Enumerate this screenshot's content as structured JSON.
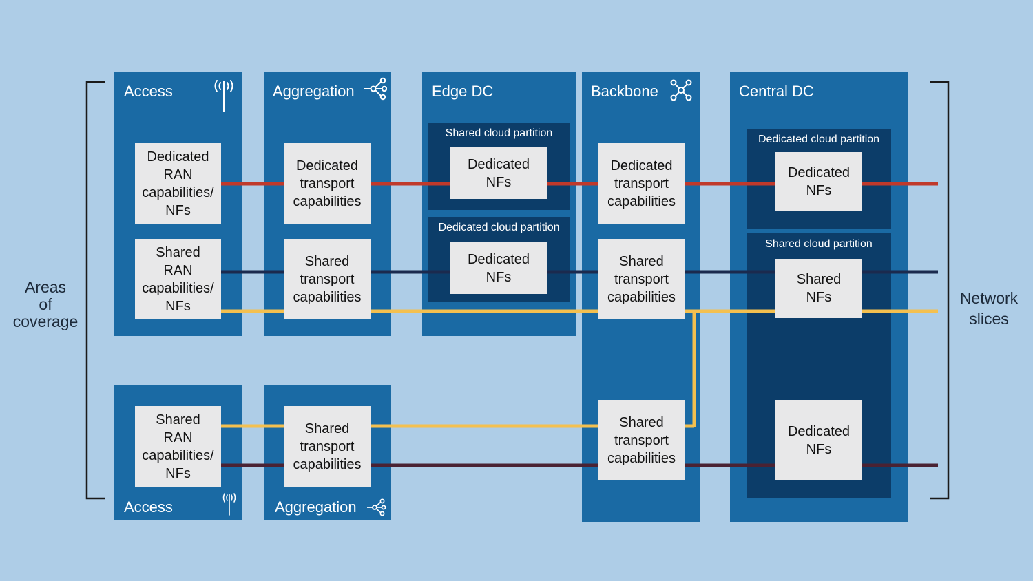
{
  "side_labels": {
    "left": "Areas\nof\ncoverage",
    "right": "Network\nslices"
  },
  "columns": {
    "access_top": "Access",
    "aggregation_top": "Aggregation",
    "edge_dc": "Edge DC",
    "backbone": "Backbone",
    "central_dc": "Central DC",
    "access_bottom": "Access",
    "aggregation_bottom": "Aggregation"
  },
  "partitions": {
    "edge_shared": "Shared cloud partition",
    "edge_dedicated": "Dedicated cloud partition",
    "central_dedicated": "Dedicated cloud partition",
    "central_shared": "Shared cloud partition"
  },
  "boxes": {
    "access_top_dedicated": "Dedicated\nRAN\ncapabilities/\nNFs",
    "access_top_shared": "Shared\nRAN\ncapabilities/\nNFs",
    "agg_top_dedicated": "Dedicated\ntransport\ncapabilities",
    "agg_top_shared": "Shared\ntransport\ncapabilities",
    "edge_dedicated_1": "Dedicated\nNFs",
    "edge_dedicated_2": "Dedicated\nNFs",
    "backbone_dedicated": "Dedicated\ntransport\ncapabilities",
    "backbone_shared_1": "Shared\ntransport\ncapabilities",
    "backbone_shared_2": "Shared\ntransport\ncapabilities",
    "central_dedicated_1": "Dedicated\nNFs",
    "central_shared": "Shared\nNFs",
    "central_dedicated_2": "Dedicated\nNFs",
    "access_bottom_shared": "Shared\nRAN\ncapabilities/\nNFs",
    "agg_bottom_shared": "Shared\ntransport\ncapabilities"
  },
  "colors": {
    "background": "#aecde7",
    "column": "#1a6aa4",
    "partition": "#0c3d69",
    "box": "#e8e8e9",
    "slice_red": "#c0392b",
    "slice_navy": "#1b2a4e",
    "slice_yellow": "#f4c04f",
    "slice_maroon": "#4a2233"
  },
  "icons": {
    "access_top": "antenna-icon",
    "aggregation_top": "branch-icon",
    "backbone": "mesh-icon",
    "access_bottom": "antenna-icon",
    "aggregation_bottom": "branch-icon"
  }
}
